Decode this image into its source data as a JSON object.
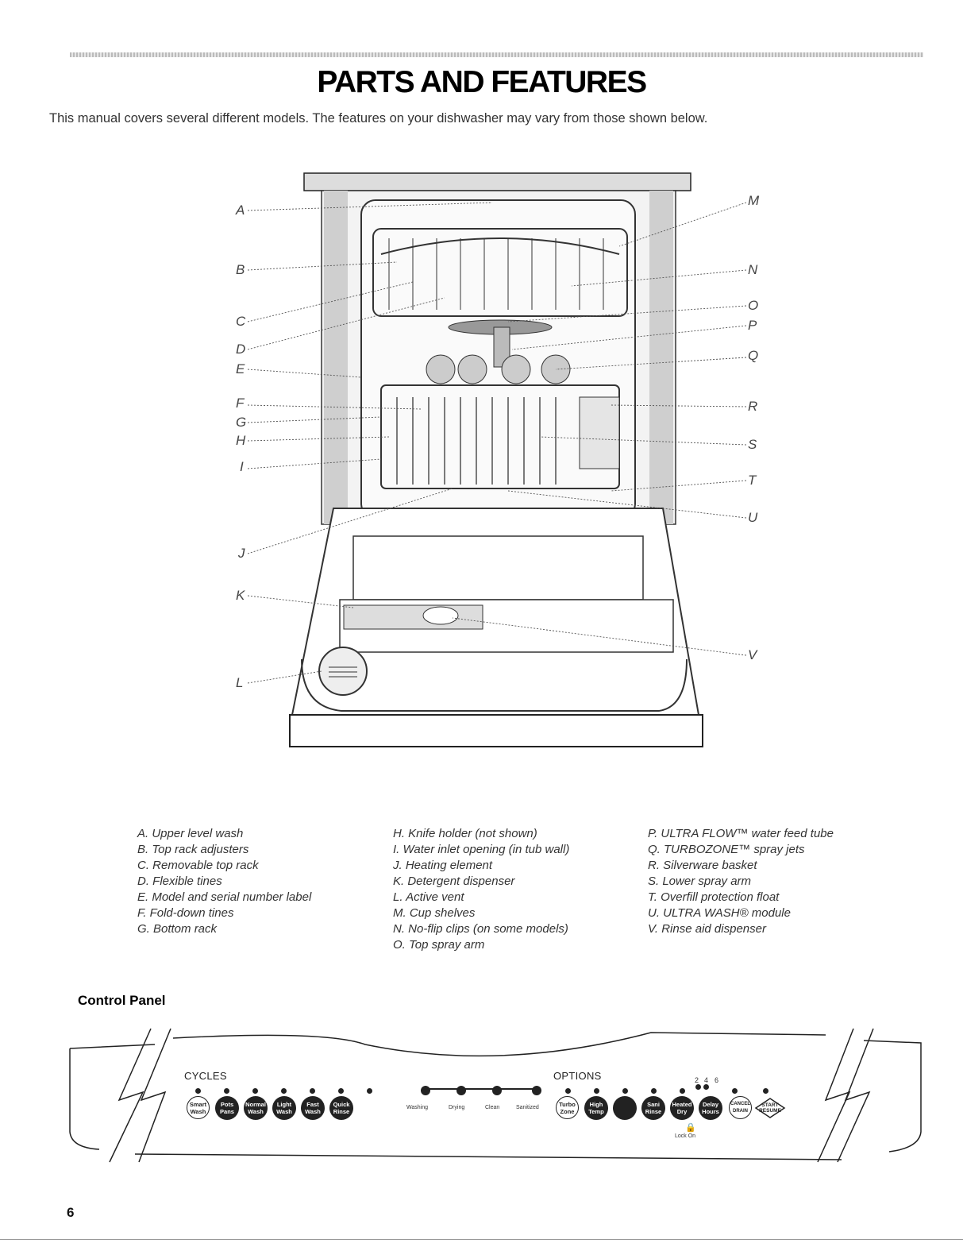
{
  "page": {
    "title": "PARTS AND FEATURES",
    "intro": "This manual covers several different models. The features on your dishwasher may vary from those shown below.",
    "page_number": "6",
    "section_title": "Control Panel"
  },
  "callouts": [
    "A",
    "B",
    "C",
    "D",
    "E",
    "F",
    "G",
    "H",
    "I",
    "J",
    "K",
    "L",
    "M",
    "N",
    "O",
    "P",
    "Q",
    "R",
    "S",
    "T",
    "U",
    "V"
  ],
  "legend": {
    "col1": [
      "A. Upper level wash",
      "B. Top rack adjusters",
      "C. Removable top rack",
      "D. Flexible tines",
      "E. Model and serial number label",
      "F. Fold-down tines",
      "G. Bottom rack"
    ],
    "col2": [
      "H. Knife holder (not shown)",
      "I. Water inlet opening (in tub wall)",
      "J. Heating element",
      "K. Detergent dispenser",
      "L. Active vent",
      "M. Cup shelves",
      "N. No-flip clips (on some models)",
      "O. Top spray arm"
    ],
    "col3": [
      "P. ULTRA FLOW™ water feed tube",
      "Q. TURBOZONE™ spray jets",
      "R. Silverware basket",
      "S. Lower spray arm",
      "T. Overfill protection float",
      "U. ULTRA WASH® module",
      "V. Rinse aid dispenser"
    ]
  },
  "control_panel": {
    "cycles_label": "CYCLES",
    "options_label": "OPTIONS",
    "cycles": [
      {
        "line1": "Smart",
        "line2": "Wash",
        "style": "outline"
      },
      {
        "line1": "Pots",
        "line2": "Pans",
        "style": "filled"
      },
      {
        "line1": "Normal",
        "line2": "Wash",
        "style": "filled"
      },
      {
        "line1": "Light",
        "line2": "Wash",
        "style": "filled"
      },
      {
        "line1": "Fast",
        "line2": "Wash",
        "style": "filled"
      },
      {
        "line1": "Quick",
        "line2": "Rinse",
        "style": "filled"
      }
    ],
    "status": [
      "Washing",
      "Drying",
      "Clean",
      "Sanitized"
    ],
    "options": [
      {
        "line1": "Turbo",
        "line2": "Zone",
        "style": "outline"
      },
      {
        "line1": "High",
        "line2": "Temp",
        "style": "filled"
      },
      {
        "line1": "Sani",
        "line2": "Rinse",
        "style": "filled"
      },
      {
        "line1": "Heated",
        "line2": "Dry",
        "style": "filled"
      },
      {
        "line1": "Delay",
        "line2": "Hours",
        "style": "filled"
      },
      {
        "line1": "CANCEL",
        "line2": "DRAIN",
        "style": "outline"
      },
      {
        "line1": "START",
        "line2": "RESUME",
        "style": "diamond"
      }
    ],
    "delay_hours": [
      "2",
      "4",
      "6"
    ],
    "lock_label": "Lock On"
  }
}
